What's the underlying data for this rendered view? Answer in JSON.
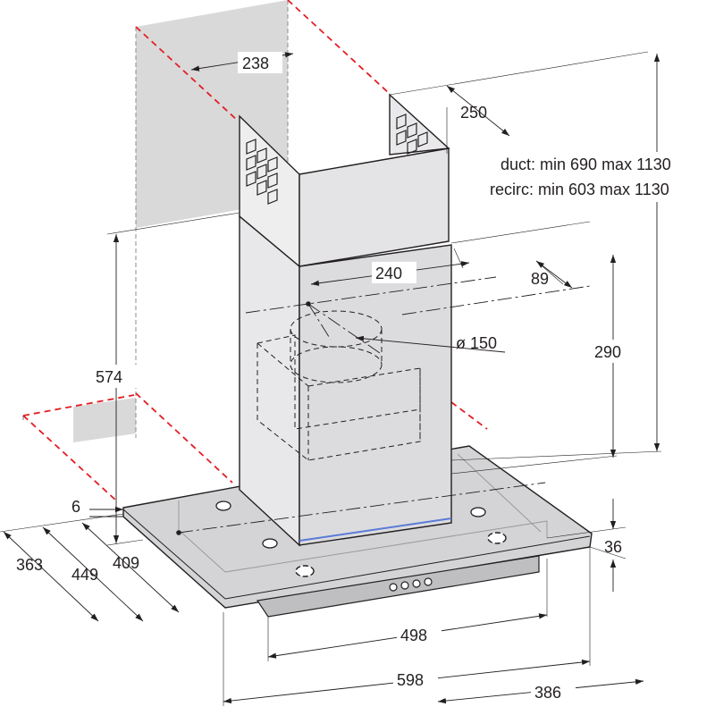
{
  "dimensions": {
    "d238": "238",
    "d250": "250",
    "duct_text": "duct: min 690 max 1130",
    "recirc_text": "recirc: min 603 max 1130",
    "d240": "240",
    "d89": "89",
    "d150": "ø 150",
    "d290": "290",
    "d574": "574",
    "d6": "6",
    "d363": "363",
    "d449": "449",
    "d409": "409",
    "d36": "36",
    "d498": "498",
    "d598": "598",
    "d386": "386"
  },
  "colors": {
    "wall": "#d9d9d9",
    "glass": "#d4d4d6",
    "chimney_lower": "#dcdcde",
    "chimney_upper": "#e4e4e6",
    "red_guide": "#e31e24",
    "line": "#231f20"
  }
}
